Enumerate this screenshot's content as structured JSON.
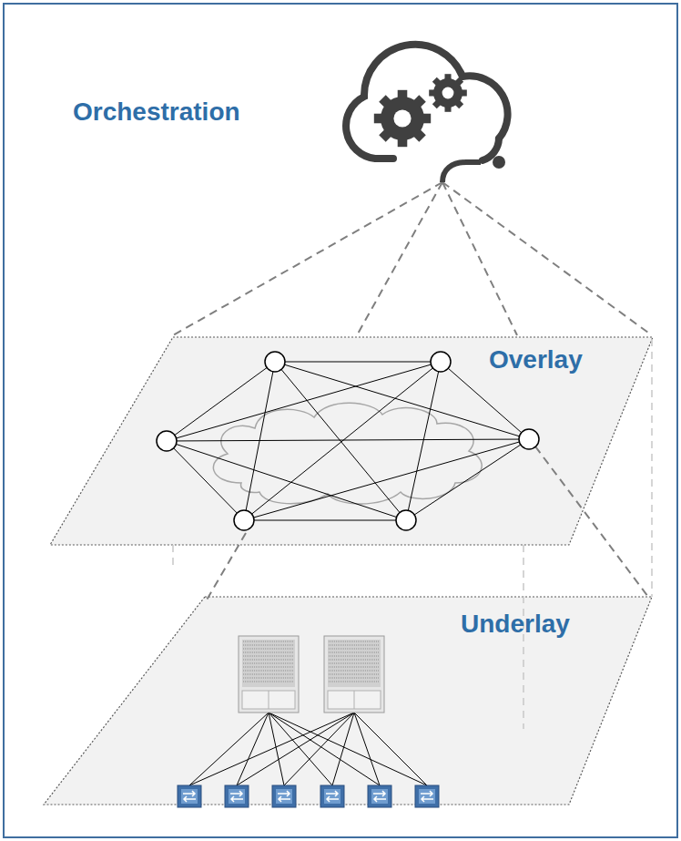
{
  "diagram": {
    "nodes": [
      {
        "text": [
          "Overlay"
        ]
      },
      {
        "text": [
          "Underlay"
        ]
      }
    ],
    "labels": [
      "Orchestration"
    ]
  }
}
